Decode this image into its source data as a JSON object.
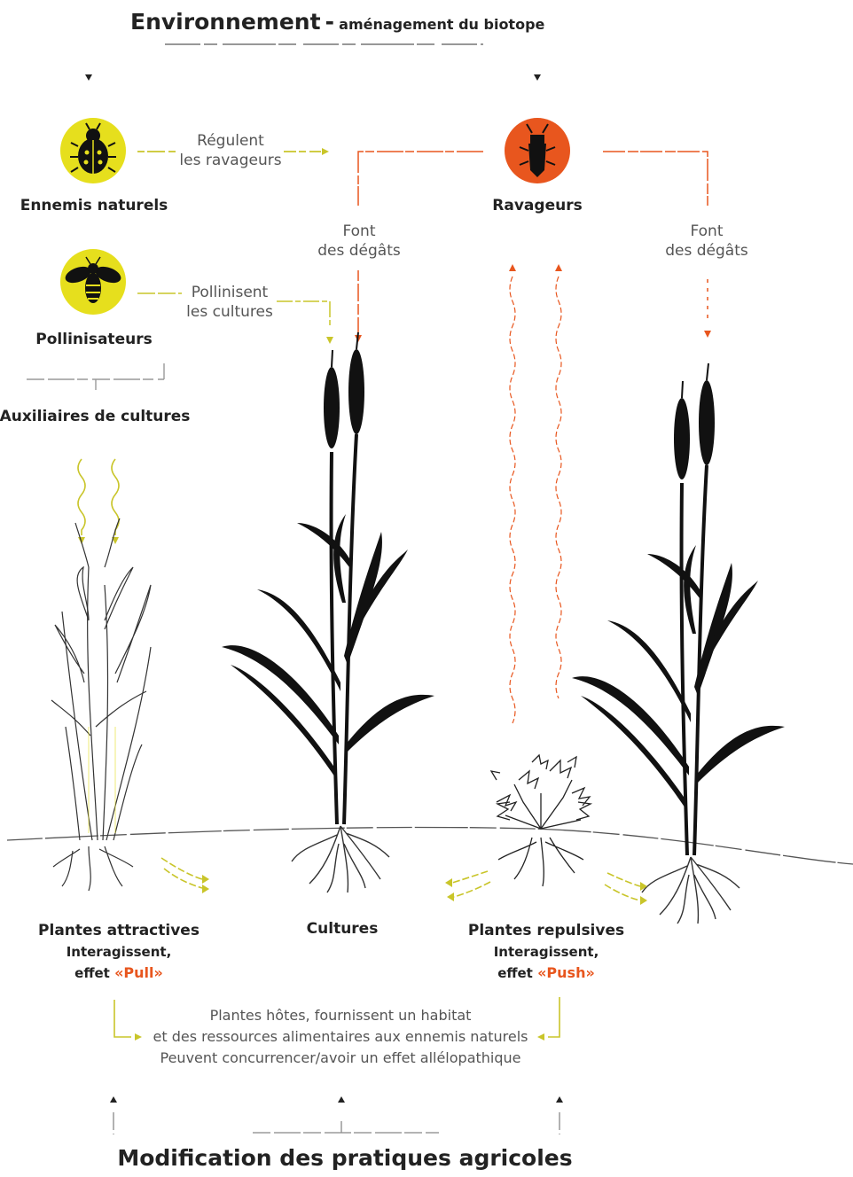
{
  "header": {
    "title": "Environnement",
    "dash": "-",
    "subtitle": "aménagement du biotope"
  },
  "nodes": {
    "natural_enemies": "Ennemis naturels",
    "pollinators": "Pollinisateurs",
    "pests": "Ravageurs",
    "crop_auxiliaries": "Auxiliaires de cultures",
    "attractive_plants": "Plantes attractives",
    "crops": "Cultures",
    "repulsive_plants": "Plantes repulsives"
  },
  "relations": {
    "regulate_1": "Régulent",
    "regulate_2": "les ravageurs",
    "pollinate_1": "Pollinisent",
    "pollinate_2": "les cultures",
    "damage_left_1": "Font",
    "damage_left_2": "des dégâts",
    "damage_right_1": "Font",
    "damage_right_2": "des dégâts",
    "interact_pull": "Interagissent,",
    "effect_pull_prefix": "effet",
    "effect_pull": "«Pull»",
    "interact_push": "Interagissent,",
    "effect_push_prefix": "effet",
    "effect_push": "«Push»"
  },
  "host_plants": {
    "line1": "Plantes hôtes, fournissent un habitat",
    "line2": "et des ressources alimentaires aux ennemis naturels",
    "line3": "Peuvent concurrencer/avoir un effet allélopathique"
  },
  "footer": {
    "title": "Modification des pratiques agricoles"
  },
  "icons": {
    "ladybug": "ladybug-icon",
    "bee": "bee-icon",
    "pest_bug": "pest-bug-icon"
  },
  "colors": {
    "yellow_circle": "#e6df1d",
    "orange_circle": "#e8561e",
    "yellow_arrow": "#c9c52a",
    "orange_arrow": "#e8561e"
  }
}
